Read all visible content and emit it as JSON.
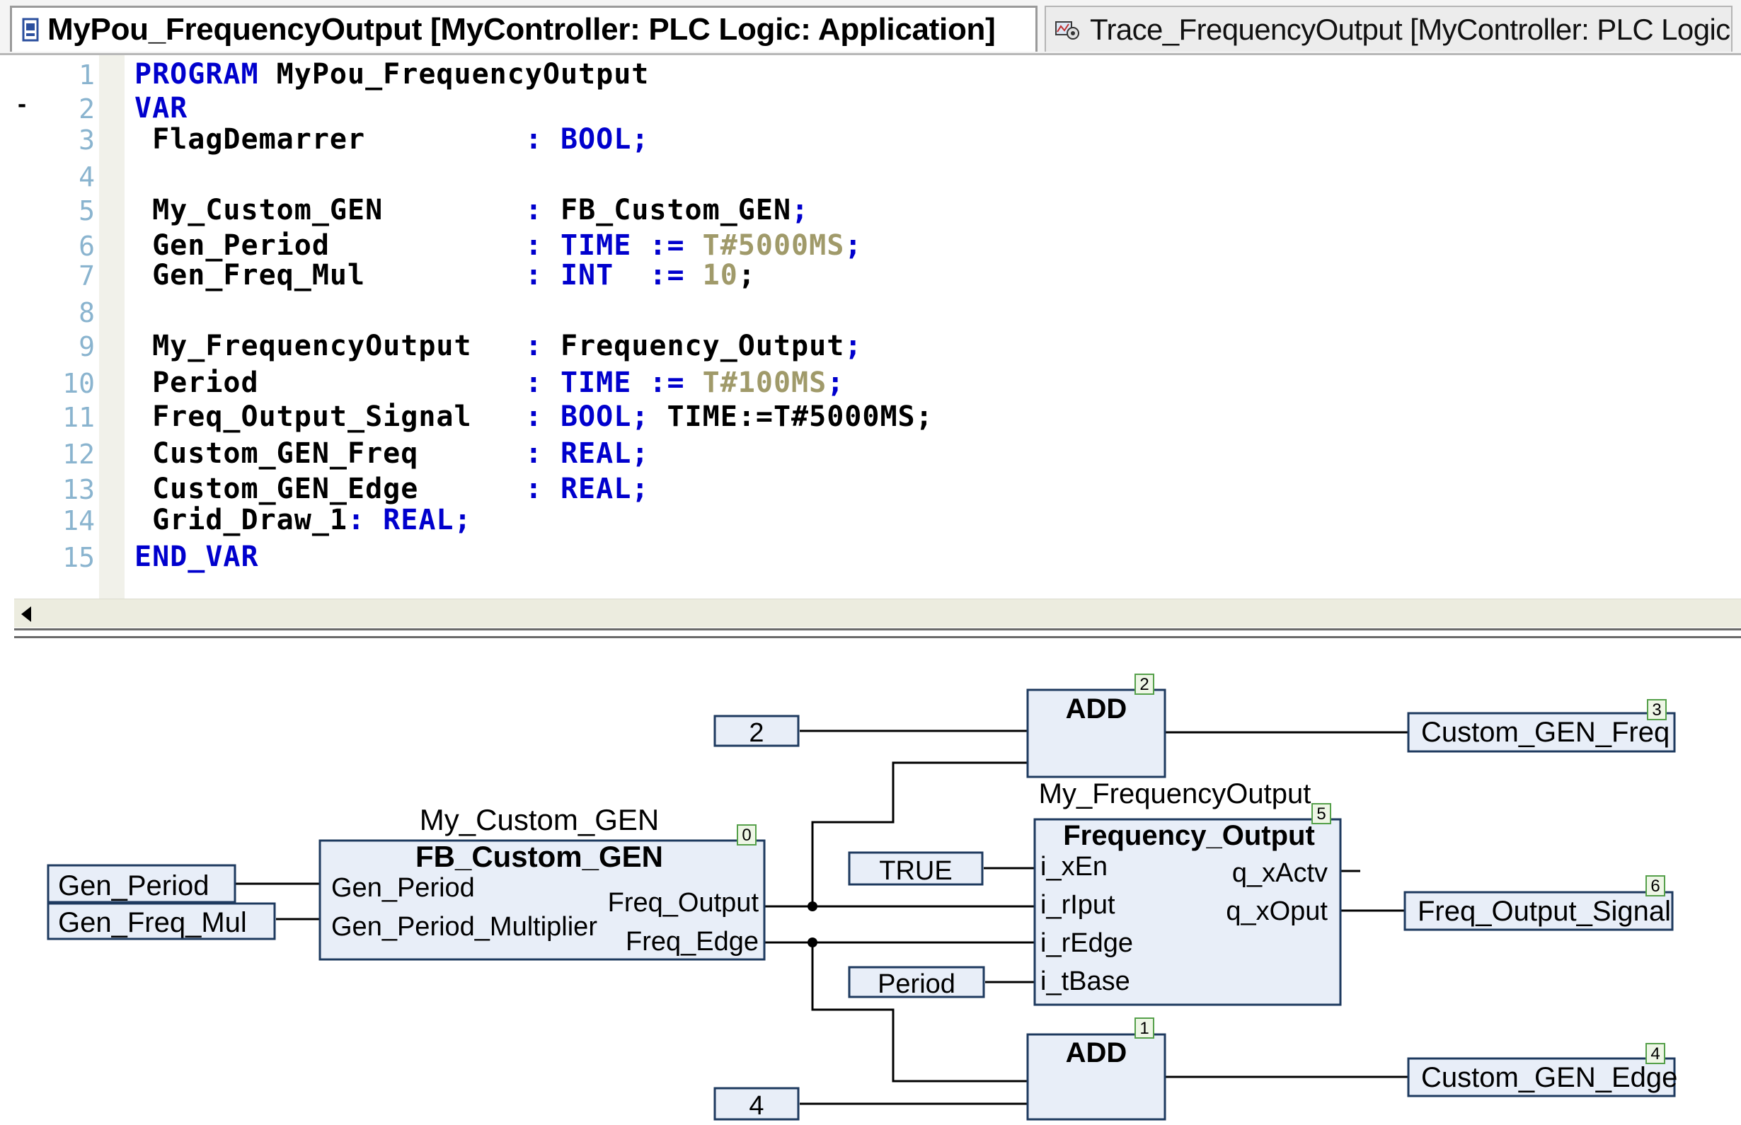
{
  "tabs": [
    {
      "title": "MyPou_FrequencyOutput [MyController: PLC Logic: Application]",
      "active": true,
      "icon": "pou-icon"
    },
    {
      "title": "Trace_FrequencyOutput [MyController: PLC Logic: A...",
      "active": false,
      "icon": "trace-icon"
    }
  ],
  "editor": {
    "fold_marker": "-",
    "lines": [
      {
        "n": "1",
        "parts": [
          {
            "t": "PROGRAM",
            "c": "kw"
          },
          {
            "t": " MyPou_FrequencyOutput",
            "c": ""
          }
        ]
      },
      {
        "n": "2",
        "parts": [
          {
            "t": "VAR",
            "c": "kw"
          }
        ]
      },
      {
        "n": "3",
        "parts": [
          {
            "t": " FlagDemarrer         ",
            "c": ""
          },
          {
            "t": ": BOOL;",
            "c": "kw"
          }
        ]
      },
      {
        "n": "4",
        "parts": []
      },
      {
        "n": "5",
        "parts": [
          {
            "t": " My_Custom_GEN        ",
            "c": ""
          },
          {
            "t": ": ",
            "c": "kw"
          },
          {
            "t": "FB_Custom_GEN",
            "c": ""
          },
          {
            "t": ";",
            "c": "kw"
          }
        ]
      },
      {
        "n": "6",
        "parts": [
          {
            "t": " Gen_Period           ",
            "c": ""
          },
          {
            "t": ": TIME := ",
            "c": "kw"
          },
          {
            "t": "T#5000MS",
            "c": "lit"
          },
          {
            "t": ";",
            "c": "kw"
          }
        ]
      },
      {
        "n": "7",
        "parts": [
          {
            "t": " Gen_Freq_Mul         ",
            "c": ""
          },
          {
            "t": ": INT  := ",
            "c": "kw"
          },
          {
            "t": "10",
            "c": "lit"
          },
          {
            "t": ";",
            "c": ""
          }
        ]
      },
      {
        "n": "8",
        "parts": []
      },
      {
        "n": "9",
        "parts": [
          {
            "t": " My_FrequencyOutput   ",
            "c": ""
          },
          {
            "t": ": ",
            "c": "kw"
          },
          {
            "t": "Frequency_Output",
            "c": ""
          },
          {
            "t": ";",
            "c": "kw"
          }
        ]
      },
      {
        "n": "10",
        "parts": [
          {
            "t": " Period               ",
            "c": ""
          },
          {
            "t": ": TIME := ",
            "c": "kw"
          },
          {
            "t": "T#100MS",
            "c": "lit"
          },
          {
            "t": ";",
            "c": "kw"
          }
        ]
      },
      {
        "n": "11",
        "parts": [
          {
            "t": " Freq_Output_Signal   ",
            "c": ""
          },
          {
            "t": ": BOOL;",
            "c": "kw"
          },
          {
            "t": " TIME:=T#5000MS;",
            "c": ""
          }
        ]
      },
      {
        "n": "12",
        "parts": [
          {
            "t": " Custom_GEN_Freq      ",
            "c": ""
          },
          {
            "t": ": REAL;",
            "c": "kw"
          }
        ]
      },
      {
        "n": "13",
        "parts": [
          {
            "t": " Custom_GEN_Edge      ",
            "c": ""
          },
          {
            "t": ": REAL;",
            "c": "kw"
          }
        ]
      },
      {
        "n": "14",
        "parts": [
          {
            "t": " Grid_Draw_1",
            "c": ""
          },
          {
            "t": ": REAL;",
            "c": "kw"
          }
        ]
      },
      {
        "n": "15",
        "parts": [
          {
            "t": "END_VAR",
            "c": "kw"
          }
        ]
      }
    ]
  },
  "network": {
    "fb_custom_gen": {
      "instance": "My_Custom_GEN",
      "type": "FB_Custom_GEN",
      "order": "0",
      "in1": "Gen_Period",
      "in2": "Gen_Period_Multiplier",
      "out1": "Freq_Output",
      "out2": "Freq_Edge"
    },
    "fb_freq_out": {
      "instance": "My_FrequencyOutput",
      "type": "Frequency_Output",
      "order": "5",
      "in1": "i_xEn",
      "in2": "i_rIput",
      "in3": "i_rEdge",
      "in4": "i_tBase",
      "out1": "q_xActv",
      "out2": "q_xOput"
    },
    "add_top": {
      "type": "ADD",
      "order": "2"
    },
    "add_bottom": {
      "type": "ADD",
      "order": "1"
    },
    "inputs": {
      "gen_period": "Gen_Period",
      "gen_freq_mul": "Gen_Freq_Mul",
      "const_2": "2",
      "const_4": "4",
      "true": "TRUE",
      "period": "Period"
    },
    "outputs": {
      "freq": "Custom_GEN_Freq",
      "freq_order": "3",
      "edge": "Custom_GEN_Edge",
      "edge_order": "4",
      "signal": "Freq_Output_Signal",
      "signal_order": "6"
    }
  },
  "colors": {
    "keyword": "#0000cd",
    "literal": "#a09a6a",
    "line_number": "#8ab4cf",
    "block_fill": "#e8eef8",
    "block_border": "#1e3a5f",
    "order_badge": "#55a04a"
  }
}
